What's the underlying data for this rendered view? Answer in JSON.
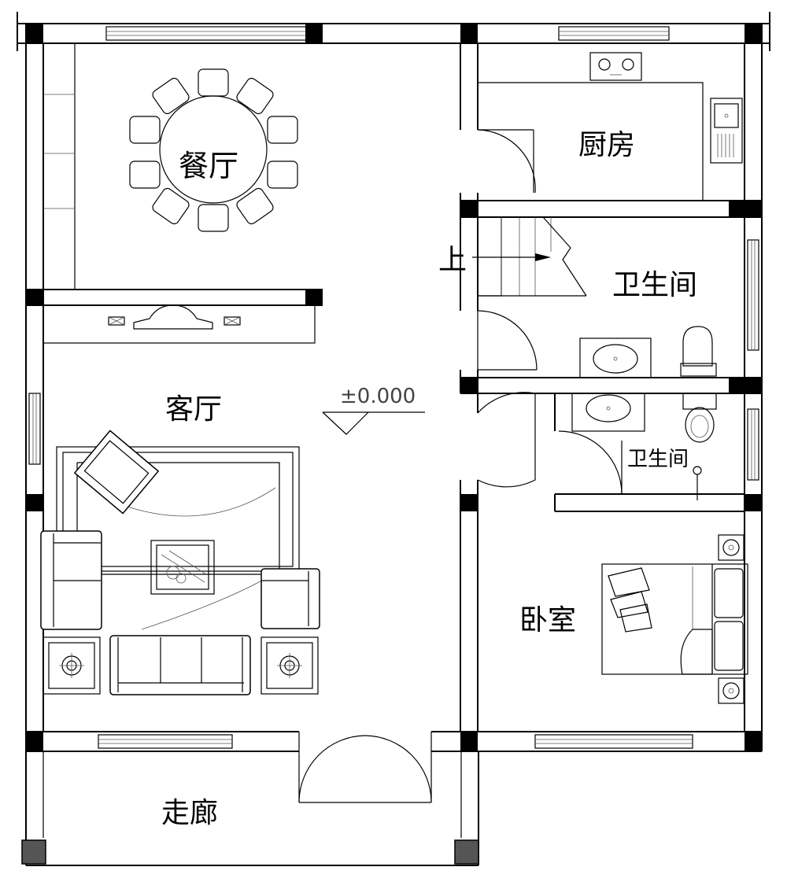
{
  "rooms": {
    "dining": "餐厅",
    "kitchen": "厨房",
    "bathroom_upper": "卫生间",
    "bathroom_lower": "卫生间",
    "living": "客厅",
    "bedroom": "卧室",
    "corridor": "走廊"
  },
  "stair_label": "上",
  "elevation": "±0.000",
  "colors": {
    "line": "#000000",
    "background": "#ffffff",
    "column_dark": "#000000",
    "column_porch": "#555555"
  }
}
